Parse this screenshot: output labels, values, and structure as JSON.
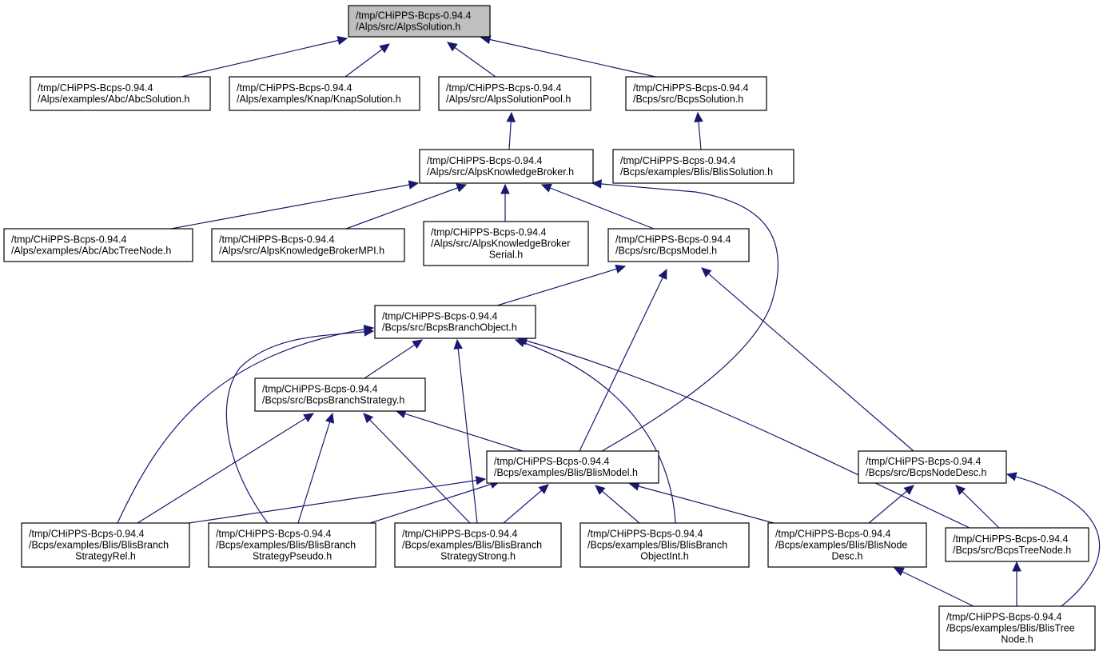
{
  "graph": {
    "colors": {
      "edge": "#191970",
      "root_fill": "#bfbfbf",
      "node_fill": "#ffffff",
      "border": "#000000"
    },
    "nodes": [
      {
        "id": "alpssolution",
        "root": true,
        "lines": [
          "/tmp/CHiPPS-Bcps-0.94.4",
          "/Alps/src/AlpsSolution.h"
        ]
      },
      {
        "id": "abcsolution",
        "lines": [
          "/tmp/CHiPPS-Bcps-0.94.4",
          "/Alps/examples/Abc/AbcSolution.h"
        ]
      },
      {
        "id": "knapsolution",
        "lines": [
          "/tmp/CHiPPS-Bcps-0.94.4",
          "/Alps/examples/Knap/KnapSolution.h"
        ]
      },
      {
        "id": "alpssolutionpool",
        "lines": [
          "/tmp/CHiPPS-Bcps-0.94.4",
          "/Alps/src/AlpsSolutionPool.h"
        ]
      },
      {
        "id": "bcpssolution",
        "lines": [
          "/tmp/CHiPPS-Bcps-0.94.4",
          "/Bcps/src/BcpsSolution.h"
        ]
      },
      {
        "id": "alpsknowledgebroker",
        "lines": [
          "/tmp/CHiPPS-Bcps-0.94.4",
          "/Alps/src/AlpsKnowledgeBroker.h"
        ]
      },
      {
        "id": "blissolution",
        "lines": [
          "/tmp/CHiPPS-Bcps-0.94.4",
          "/Bcps/examples/Blis/BlisSolution.h"
        ]
      },
      {
        "id": "abctreenode",
        "lines": [
          "/tmp/CHiPPS-Bcps-0.94.4",
          "/Alps/examples/Abc/AbcTreeNode.h"
        ]
      },
      {
        "id": "alpsknowledgebrokermpi",
        "lines": [
          "/tmp/CHiPPS-Bcps-0.94.4",
          "/Alps/src/AlpsKnowledgeBrokerMPI.h"
        ]
      },
      {
        "id": "alpsknowledgebrokerserial",
        "lines": [
          "/tmp/CHiPPS-Bcps-0.94.4",
          "/Alps/src/AlpsKnowledgeBroker",
          "Serial.h"
        ]
      },
      {
        "id": "bcpsmodel",
        "lines": [
          "/tmp/CHiPPS-Bcps-0.94.4",
          "/Bcps/src/BcpsModel.h"
        ]
      },
      {
        "id": "bcpsbranchobject",
        "lines": [
          "/tmp/CHiPPS-Bcps-0.94.4",
          "/Bcps/src/BcpsBranchObject.h"
        ]
      },
      {
        "id": "bcpsbranchstrategy",
        "lines": [
          "/tmp/CHiPPS-Bcps-0.94.4",
          "/Bcps/src/BcpsBranchStrategy.h"
        ]
      },
      {
        "id": "blismodel",
        "lines": [
          "/tmp/CHiPPS-Bcps-0.94.4",
          "/Bcps/examples/Blis/BlisModel.h"
        ]
      },
      {
        "id": "bcpsnodedesc",
        "lines": [
          "/tmp/CHiPPS-Bcps-0.94.4",
          "/Bcps/src/BcpsNodeDesc.h"
        ]
      },
      {
        "id": "blisbranchstrategyrel",
        "lines": [
          "/tmp/CHiPPS-Bcps-0.94.4",
          "/Bcps/examples/Blis/BlisBranch",
          "StrategyRel.h"
        ]
      },
      {
        "id": "blisbranchstrategypseudo",
        "lines": [
          "/tmp/CHiPPS-Bcps-0.94.4",
          "/Bcps/examples/Blis/BlisBranch",
          "StrategyPseudo.h"
        ]
      },
      {
        "id": "blisbranchstrategystrong",
        "lines": [
          "/tmp/CHiPPS-Bcps-0.94.4",
          "/Bcps/examples/Blis/BlisBranch",
          "StrategyStrong.h"
        ]
      },
      {
        "id": "blisbranchobjectint",
        "lines": [
          "/tmp/CHiPPS-Bcps-0.94.4",
          "/Bcps/examples/Blis/BlisBranch",
          "ObjectInt.h"
        ]
      },
      {
        "id": "blisnodedesc",
        "lines": [
          "/tmp/CHiPPS-Bcps-0.94.4",
          "/Bcps/examples/Blis/BlisNode",
          "Desc.h"
        ]
      },
      {
        "id": "bcpstreenode",
        "lines": [
          "/tmp/CHiPPS-Bcps-0.94.4",
          "/Bcps/src/BcpsTreeNode.h"
        ]
      },
      {
        "id": "blistreenode",
        "lines": [
          "/tmp/CHiPPS-Bcps-0.94.4",
          "/Bcps/examples/Blis/BlisTree",
          "Node.h"
        ]
      }
    ],
    "edges": [
      {
        "from": "abcsolution",
        "to": "alpssolution"
      },
      {
        "from": "knapsolution",
        "to": "alpssolution"
      },
      {
        "from": "alpssolutionpool",
        "to": "alpssolution"
      },
      {
        "from": "bcpssolution",
        "to": "alpssolution"
      },
      {
        "from": "alpsknowledgebroker",
        "to": "alpssolutionpool"
      },
      {
        "from": "blissolution",
        "to": "bcpssolution"
      },
      {
        "from": "abctreenode",
        "to": "alpsknowledgebroker"
      },
      {
        "from": "alpsknowledgebrokermpi",
        "to": "alpsknowledgebroker"
      },
      {
        "from": "alpsknowledgebrokerserial",
        "to": "alpsknowledgebroker"
      },
      {
        "from": "bcpsmodel",
        "to": "alpsknowledgebroker"
      },
      {
        "from": "blismodel",
        "to": "alpsknowledgebroker"
      },
      {
        "from": "bcpsbranchobject",
        "to": "bcpsmodel"
      },
      {
        "from": "blismodel",
        "to": "bcpsmodel"
      },
      {
        "from": "bcpsnodedesc",
        "to": "bcpsmodel"
      },
      {
        "from": "bcpsbranchstrategy",
        "to": "bcpsbranchobject"
      },
      {
        "from": "blisbranchstrategyrel",
        "to": "bcpsbranchobject"
      },
      {
        "from": "blisbranchstrategypseudo",
        "to": "bcpsbranchobject"
      },
      {
        "from": "blisbranchstrategystrong",
        "to": "bcpsbranchobject"
      },
      {
        "from": "blisbranchobjectint",
        "to": "bcpsbranchobject"
      },
      {
        "from": "bcpstreenode",
        "to": "bcpsbranchobject"
      },
      {
        "from": "blismodel",
        "to": "bcpsbranchstrategy"
      },
      {
        "from": "blisbranchstrategyrel",
        "to": "bcpsbranchstrategy"
      },
      {
        "from": "blisbranchstrategypseudo",
        "to": "bcpsbranchstrategy"
      },
      {
        "from": "blisbranchstrategystrong",
        "to": "bcpsbranchstrategy"
      },
      {
        "from": "blisbranchstrategyrel",
        "to": "blismodel"
      },
      {
        "from": "blisbranchstrategypseudo",
        "to": "blismodel"
      },
      {
        "from": "blisbranchstrategystrong",
        "to": "blismodel"
      },
      {
        "from": "blisbranchobjectint",
        "to": "blismodel"
      },
      {
        "from": "blisnodedesc",
        "to": "blismodel"
      },
      {
        "from": "blisnodedesc",
        "to": "bcpsnodedesc"
      },
      {
        "from": "bcpstreenode",
        "to": "bcpsnodedesc"
      },
      {
        "from": "blistreenode",
        "to": "bcpsnodedesc"
      },
      {
        "from": "blistreenode",
        "to": "blisnodedesc"
      },
      {
        "from": "blistreenode",
        "to": "bcpstreenode"
      }
    ]
  }
}
